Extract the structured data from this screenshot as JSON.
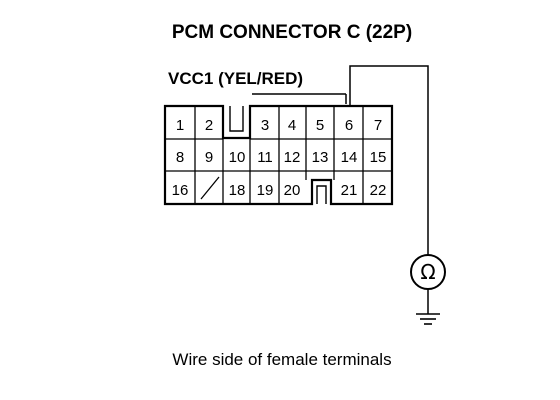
{
  "title": "PCM CONNECTOR C (22P)",
  "wire_label": "VCC1 (YEL/RED)",
  "caption": "Wire side of female terminals",
  "meter_symbol": "Ω",
  "connector": {
    "rows": [
      [
        "1",
        "2",
        "",
        "3",
        "4",
        "5",
        "6",
        "7"
      ],
      [
        "8",
        "9",
        "10",
        "11",
        "12",
        "13",
        "14",
        "15"
      ],
      [
        "16",
        "",
        "18",
        "19",
        "20",
        "",
        "21",
        "22"
      ]
    ],
    "probed_terminal": "6",
    "blank_terminal": "17"
  }
}
